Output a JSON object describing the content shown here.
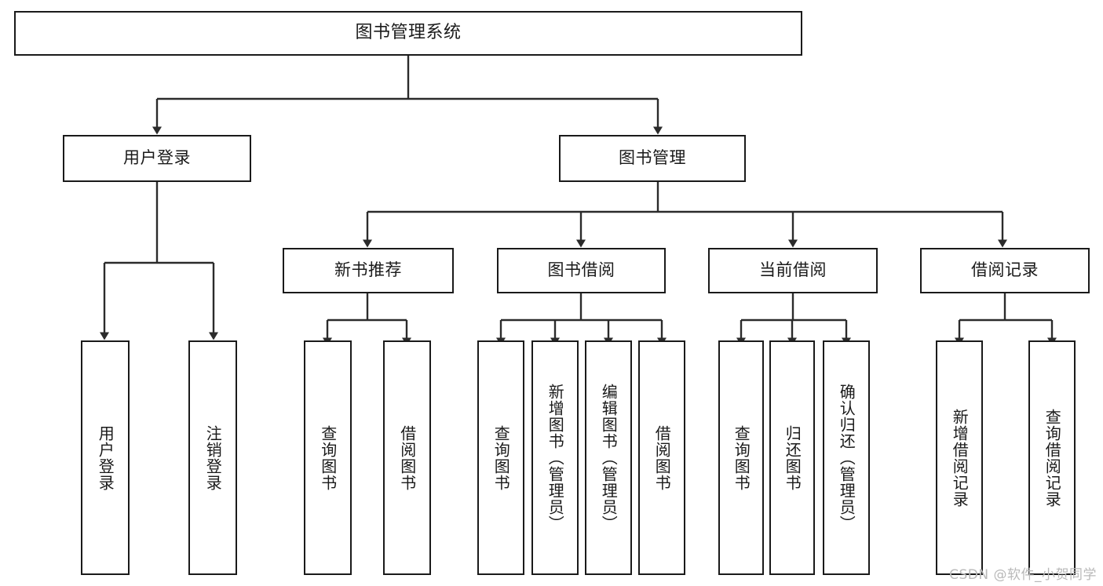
{
  "chart_data": {
    "type": "diagram",
    "title": "图书管理系统",
    "diagram_kind": "tree / hierarchy (功能结构图)",
    "orientation": "top-down",
    "levels": 4
  },
  "diagram": {
    "root": {
      "label": "图书管理系统"
    },
    "level1": [
      {
        "label": "用户登录"
      },
      {
        "label": "图书管理"
      }
    ],
    "level2": [
      {
        "label": "新书推荐"
      },
      {
        "label": "图书借阅"
      },
      {
        "label": "当前借阅"
      },
      {
        "label": "借阅记录"
      }
    ],
    "leaves": {
      "user_login": [
        {
          "label": "用户登录"
        },
        {
          "label": "注销登录"
        }
      ],
      "new_book": [
        {
          "label": "查询图书"
        },
        {
          "label": "借阅图书"
        }
      ],
      "book_borrow": [
        {
          "label": "查询图书"
        },
        {
          "label": "新增图书（管理员）"
        },
        {
          "label": "编辑图书（管理员）"
        },
        {
          "label": "借阅图书"
        }
      ],
      "current_borrow": [
        {
          "label": "查询图书"
        },
        {
          "label": "归还图书"
        },
        {
          "label": "确认归还（管理员）"
        }
      ],
      "borrow_record": [
        {
          "label": "新增借阅记录"
        },
        {
          "label": "查询借阅记录"
        }
      ]
    }
  },
  "watermark": {
    "text": "CSDN @软件_小贺同学"
  },
  "colors": {
    "stroke": "#1a1a1a",
    "background": "#ffffff",
    "watermark": "#b9b9b9"
  }
}
